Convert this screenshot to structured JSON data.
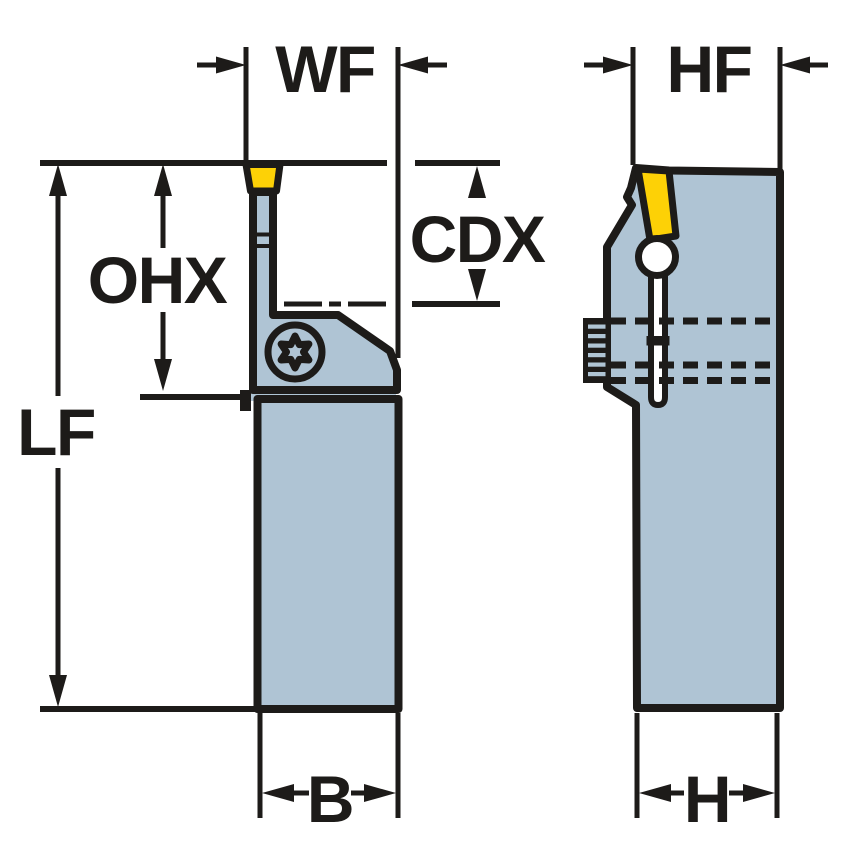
{
  "colors": {
    "line": "#1d1b19",
    "body": "#afc4d4",
    "insert": "#fdd106",
    "background": "#ffffff"
  },
  "front_view": {
    "dims": {
      "wf": "WF",
      "ohx": "OHX",
      "cdx": "CDX",
      "lf": "LF",
      "b": "B"
    }
  },
  "side_view": {
    "dims": {
      "hf": "HF",
      "h": "H"
    }
  }
}
